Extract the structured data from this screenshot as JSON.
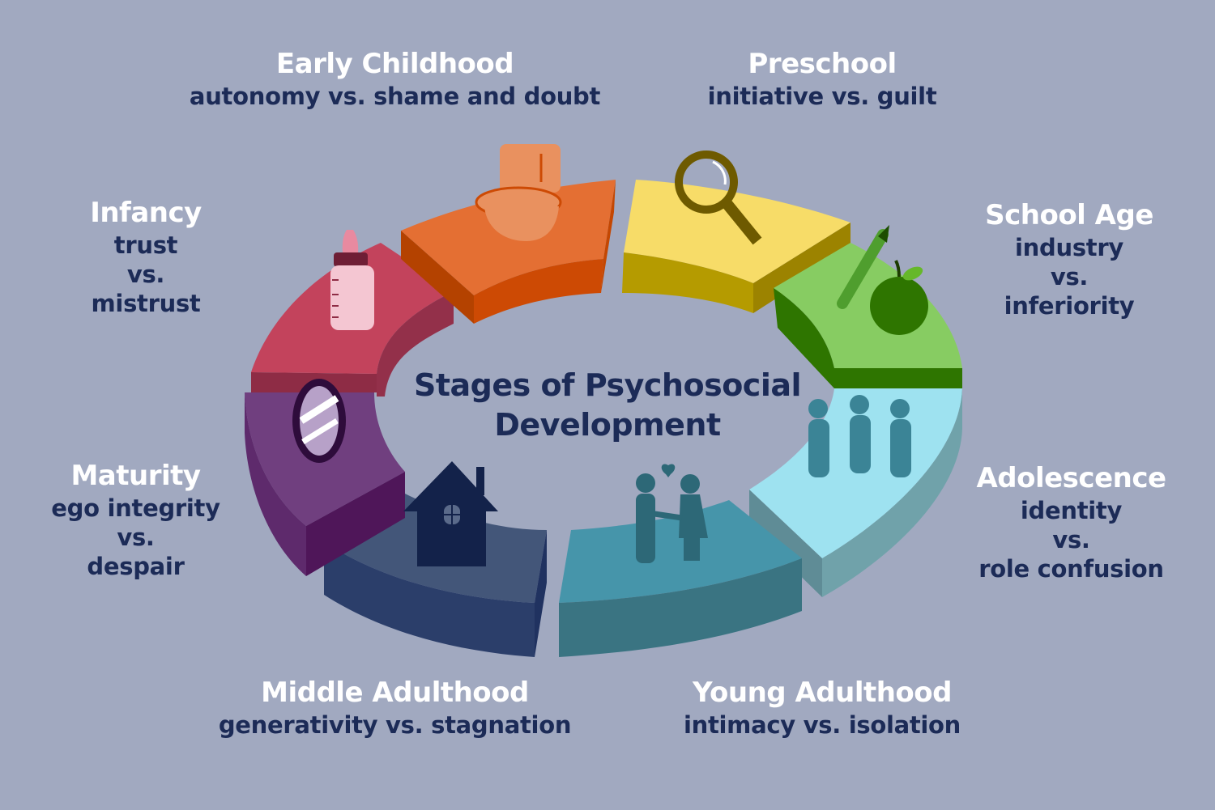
{
  "title": {
    "line1": "Stages of Psychosocial",
    "line2": "Development"
  },
  "colors": {
    "background": "#a1a9c0",
    "stage_text": "#ffffff",
    "crisis_text": "#1c2b57"
  },
  "stages": [
    {
      "name": "Infancy",
      "crisis_lines": [
        "trust",
        "vs.",
        "mistrust"
      ],
      "icon": "baby-bottle-icon",
      "color": "#c3435c"
    },
    {
      "name": "Early Childhood",
      "crisis_lines": [
        "autonomy vs. shame and doubt"
      ],
      "icon": "toilet-icon",
      "color": "#e46f33"
    },
    {
      "name": "Preschool",
      "crisis_lines": [
        "initiative vs. guilt"
      ],
      "icon": "magnifying-glass-icon",
      "color": "#f7dc68"
    },
    {
      "name": "School Age",
      "crisis_lines": [
        "industry",
        "vs.",
        "inferiority"
      ],
      "icon": "pencil-and-apple-icon",
      "color": "#87cc62"
    },
    {
      "name": "Adolescence",
      "crisis_lines": [
        "identity",
        "vs.",
        "role confusion"
      ],
      "icon": "group-of-people-icon",
      "color": "#9ee2f0"
    },
    {
      "name": "Young Adulthood",
      "crisis_lines": [
        "intimacy vs. isolation"
      ],
      "icon": "couple-with-heart-icon",
      "color": "#4695aa"
    },
    {
      "name": "Middle Adulthood",
      "crisis_lines": [
        "generativity vs. stagnation"
      ],
      "icon": "house-icon",
      "color": "#435679"
    },
    {
      "name": "Maturity",
      "crisis_lines": [
        "ego integrity",
        "vs.",
        "despair"
      ],
      "icon": "mirror-icon",
      "color": "#703f7f"
    }
  ]
}
